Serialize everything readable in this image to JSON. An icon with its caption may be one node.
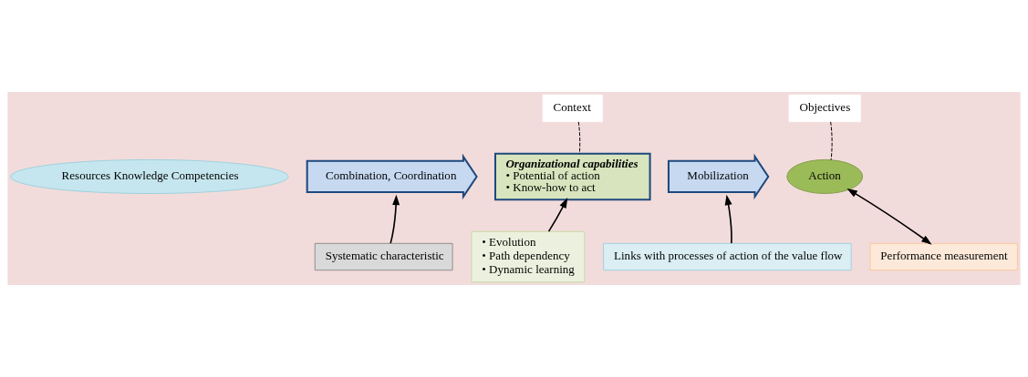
{
  "diagram": {
    "nodes": [
      {
        "text": [
          "Resources Knowledge Competencies"
        ]
      },
      {
        "text": [
          "Combination, Coordination"
        ]
      },
      {
        "text": [
          "Organizational capabilities",
          "• Potential of action",
          "• Know-how to act"
        ]
      },
      {
        "text": [
          "Mobilization"
        ]
      },
      {
        "text": [
          "Action"
        ]
      },
      {
        "text": [
          "Context"
        ]
      },
      {
        "text": [
          "Objectives"
        ]
      },
      {
        "text": [
          "Systematic characteristic"
        ]
      },
      {
        "text": [
          "• Evolution",
          "• Path dependency",
          "• Dynamic learning"
        ]
      },
      {
        "text": [
          "Links with processes of action of the value flow"
        ]
      },
      {
        "text": [
          "Performance measurement"
        ]
      }
    ],
    "edges": [
      {
        "from": 5,
        "to": 2,
        "arrow": "none",
        "style": "dashed"
      },
      {
        "from": 6,
        "to": 4,
        "arrow": "none",
        "style": "dashed"
      },
      {
        "from": 7,
        "to": 1,
        "arrow": "to"
      },
      {
        "from": 8,
        "to": 2,
        "arrow": "to"
      },
      {
        "from": 9,
        "to": 3,
        "arrow": "to"
      },
      {
        "from": 4,
        "to": 10,
        "arrow": "both"
      }
    ]
  }
}
